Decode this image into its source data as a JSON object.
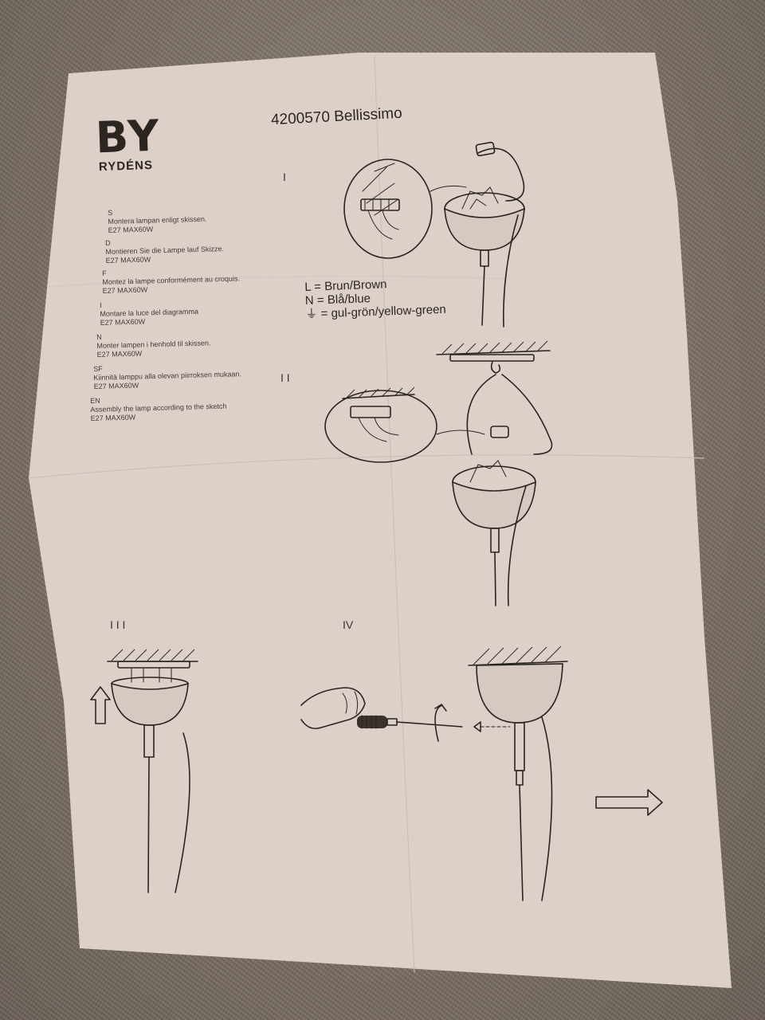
{
  "brand": {
    "logo_main": "BY",
    "logo_sub": "RYDÉNS"
  },
  "title": "4200570 Bellissimo",
  "steps": [
    "I",
    "I I",
    "I I I",
    "IV"
  ],
  "instructions": [
    {
      "lang": "S",
      "text": "Montera lampan enligt skissen.",
      "spec": "E27 MAX60W"
    },
    {
      "lang": "D",
      "text": "Montieren Sie die Lampe lauf Skizze.",
      "spec": "E27 MAX60W"
    },
    {
      "lang": "F",
      "text": "Montez la lampe conformément au croquis.",
      "spec": "E27 MAX60W"
    },
    {
      "lang": "I",
      "text": "Montare la luce del diagramma",
      "spec": "E27 MAX60W"
    },
    {
      "lang": "N",
      "text": "Monter lampen i henhold til skissen.",
      "spec": "E27 MAX60W"
    },
    {
      "lang": "SF",
      "text": "Kiinnitä lamppu alla olevan piirroksen mukaan.",
      "spec": "E27 MAX60W"
    },
    {
      "lang": "EN",
      "text": "Assembly the lamp according to the sketch",
      "spec": "E27 MAX60W"
    }
  ],
  "wiring_legend": {
    "brown": "L = Brun/Brown",
    "blue": "N = Blå/blue",
    "earth": "⏚ = gul-grön/yellow-green"
  },
  "icons": [
    "up-arrow-icon",
    "right-arrow-icon",
    "screwdriver-hand-icon",
    "rotation-arrow-icon"
  ],
  "colors": {
    "paper": "#ddd0c9",
    "ink": "#2a2420",
    "carpet": "#8a7d72"
  }
}
